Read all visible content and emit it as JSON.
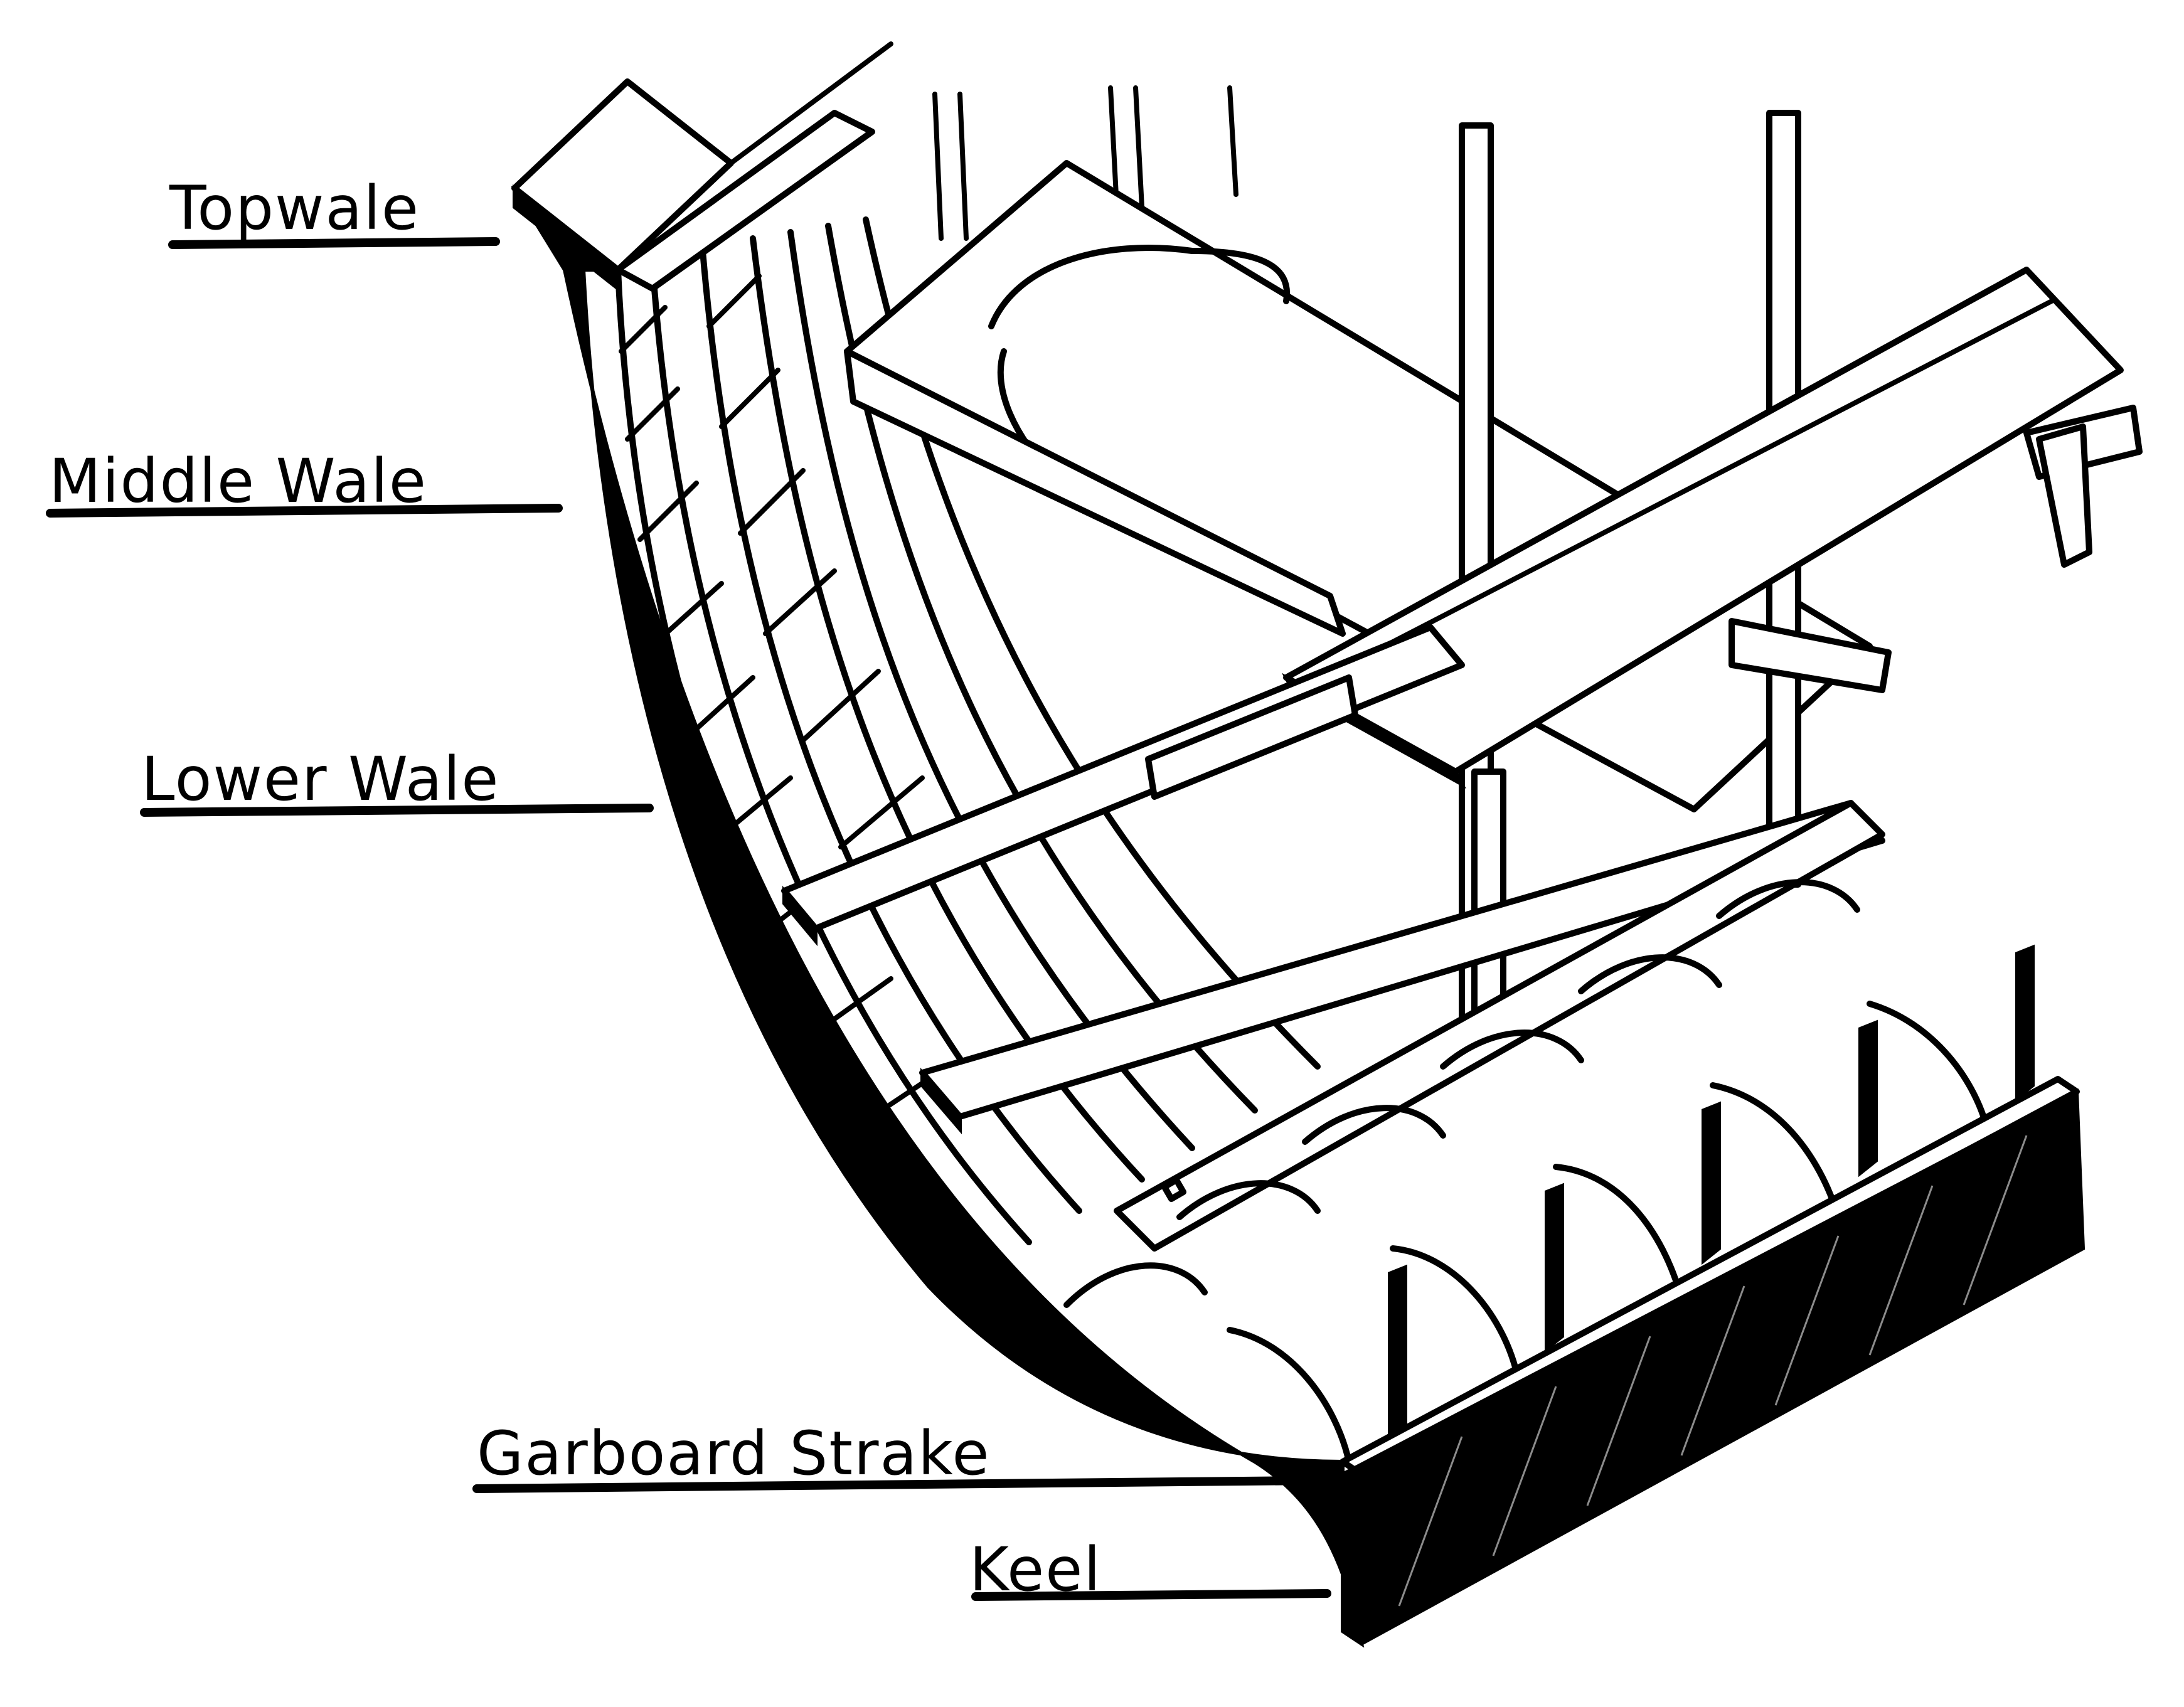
{
  "diagram": {
    "subject": "Ship hull cross-section framing",
    "labels": [
      {
        "id": "topwale",
        "text": "Topwale"
      },
      {
        "id": "middle-wale",
        "text": "Middle Wale"
      },
      {
        "id": "lower-wale",
        "text": "Lower Wale"
      },
      {
        "id": "garboard-strake",
        "text": "Garboard Strake"
      },
      {
        "id": "keel",
        "text": "Keel"
      }
    ],
    "colors": {
      "ink": "#000000",
      "paper": "#ffffff"
    }
  }
}
